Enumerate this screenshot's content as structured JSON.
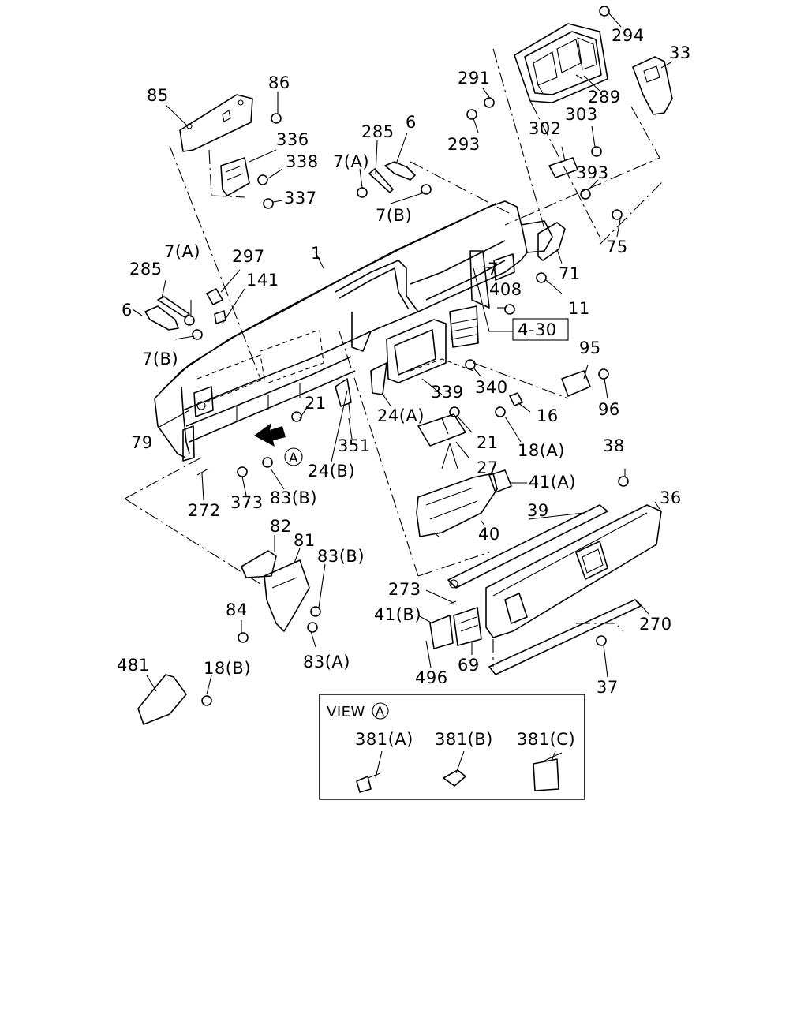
{
  "labels": {
    "l294": "294",
    "l33": "33",
    "l291": "291",
    "l289": "289",
    "l293": "293",
    "l302": "302",
    "l303": "303",
    "l85": "85",
    "l86": "86",
    "l336": "336",
    "l338": "338",
    "l337": "337",
    "l285a": "285",
    "l6a": "6",
    "l7a_top": "7(A)",
    "l7b_top": "7(B)",
    "l393": "393",
    "l75": "75",
    "l71": "71",
    "l7c": "7",
    "l408": "408",
    "l11": "11",
    "l4_30": "4-30",
    "l7a_left": "7(A)",
    "l297": "297",
    "l1": "1",
    "l285b": "285",
    "l141": "141",
    "l6b": "6",
    "l7b_left": "7(B)",
    "l95": "95",
    "l96": "96",
    "l340": "340",
    "l339": "339",
    "l16": "16",
    "l24a": "24(A)",
    "l21a": "21",
    "l21b": "21",
    "l79": "79",
    "l351": "351",
    "l18a": "18(A)",
    "l27": "27",
    "l24b": "24(B)",
    "l83b_top": "83(B)",
    "l272": "272",
    "l373": "373",
    "l38": "38",
    "l41a": "41(A)",
    "l36": "36",
    "l39": "39",
    "l40": "40",
    "l82": "82",
    "l81": "81",
    "l83b_mid": "83(B)",
    "l273": "273",
    "l41b": "41(B)",
    "l84": "84",
    "l270": "270",
    "l83a": "83(A)",
    "l69": "69",
    "l496": "496",
    "l481": "481",
    "l18b": "18(B)",
    "l37": "37"
  },
  "view_marker": "A",
  "view_box": {
    "title": "VIEW",
    "marker": "A",
    "items": [
      "381(A)",
      "381(B)",
      "381(C)"
    ]
  }
}
